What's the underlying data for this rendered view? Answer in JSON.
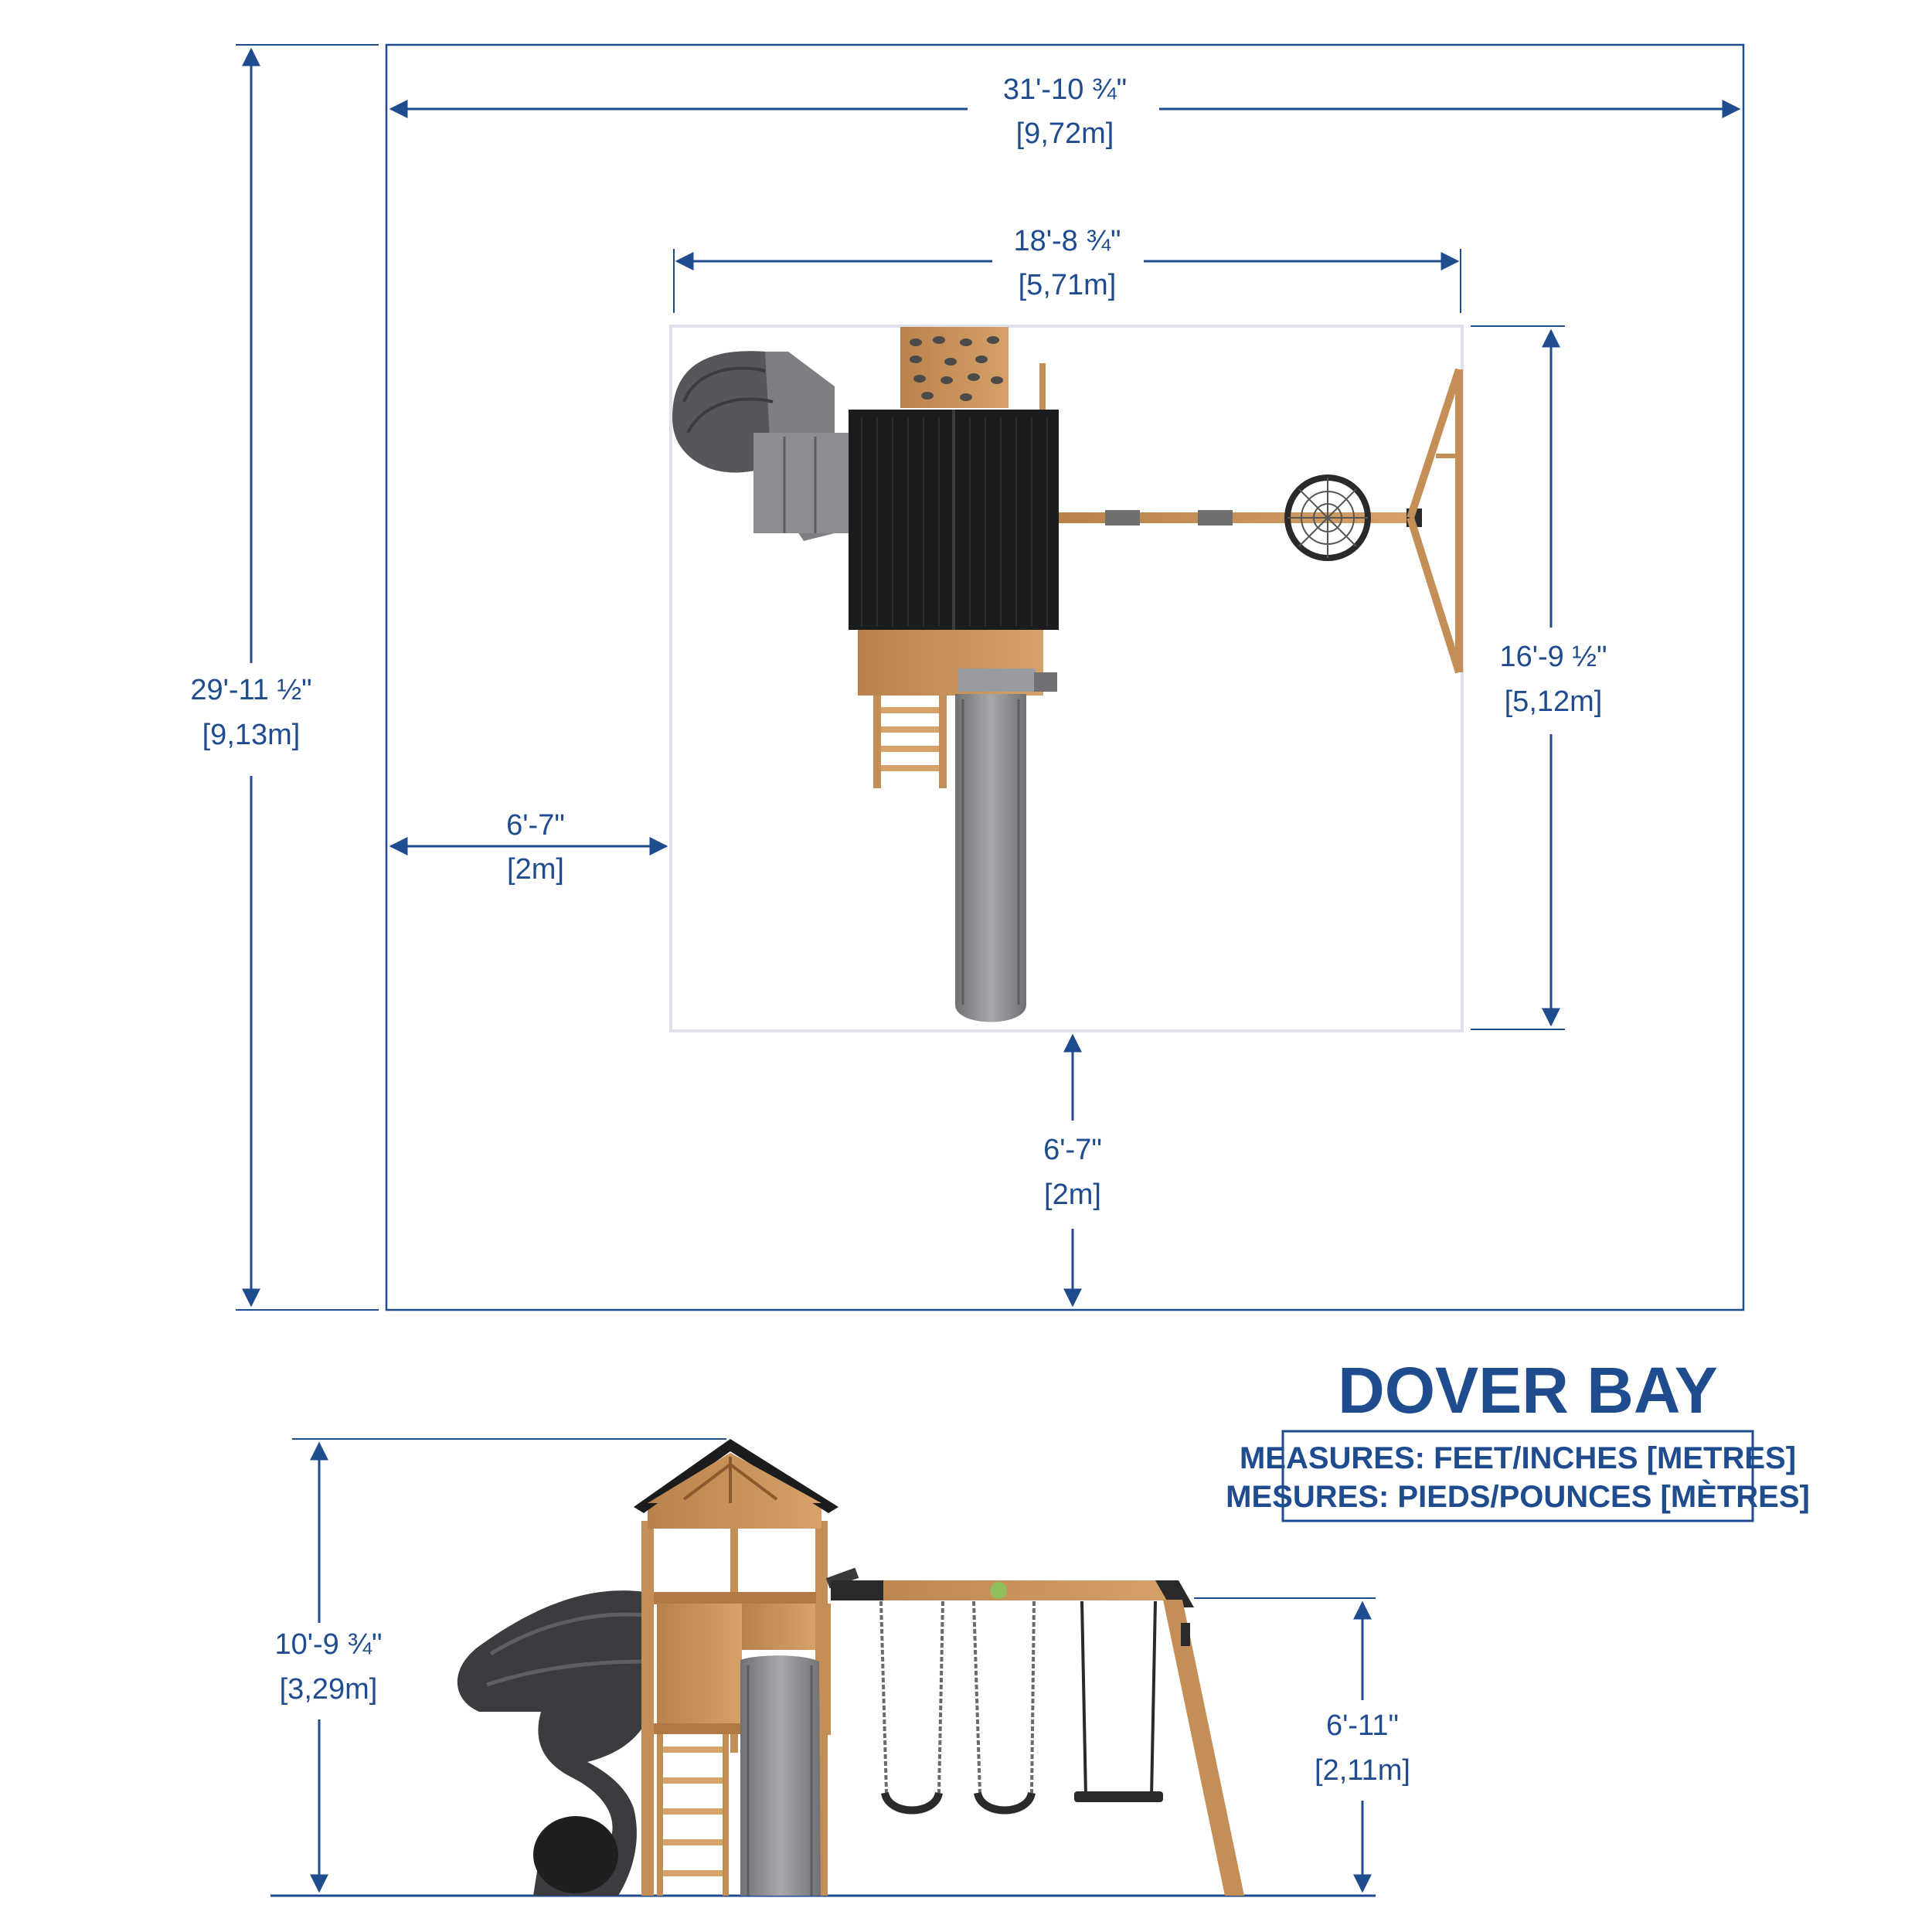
{
  "brand_color": "#1f4b8f",
  "plan_view": {
    "overall_width": {
      "imperial": "31'-10 ¾\"",
      "metric": "[9,72m]"
    },
    "overall_depth": {
      "imperial": "29'-11 ½\"",
      "metric": "[9,13m]"
    },
    "play_width": {
      "imperial": "18'-8 ¾\"",
      "metric": "[5,71m]"
    },
    "play_depth": {
      "imperial": "16'-9 ½\"",
      "metric": "[5,12m]"
    },
    "side_clearance": {
      "imperial": "6'-7\"",
      "metric": "[2m]"
    },
    "front_clearance": {
      "imperial": "6'-7\"",
      "metric": "[2m]"
    }
  },
  "elevation_view": {
    "total_height": {
      "imperial": "10'-9 ¾\"",
      "metric": "[3,29m]"
    },
    "swing_beam_height": {
      "imperial": "6'-11\"",
      "metric": "[2,11m]"
    }
  },
  "product": {
    "name": "DOVER BAY",
    "units_en": "MEASURES: FEET/INCHES [METRES]",
    "units_fr": "MESURES: PIEDS/POUNCES [MÈTRES]"
  },
  "icons": [
    "playset-plan-drawing",
    "playset-elevation-drawing",
    "dimension-arrow"
  ]
}
